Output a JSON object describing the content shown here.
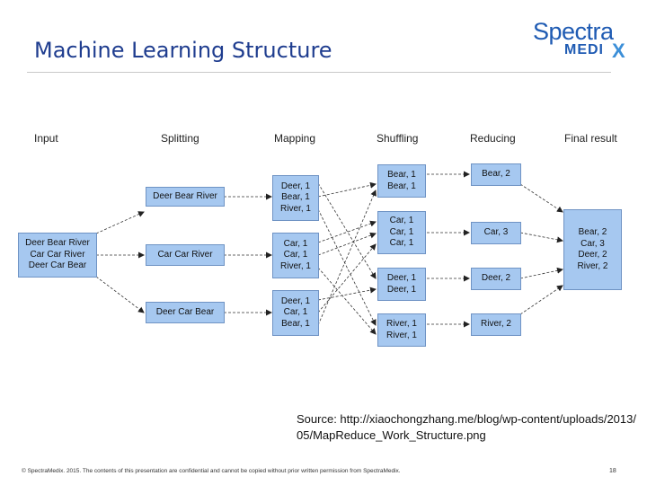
{
  "header": {
    "title": "Machine Learning Structure"
  },
  "logo": {
    "line1": "Spectra",
    "line2": "MEDI",
    "mark": "X"
  },
  "diagram": {
    "stages": [
      "Input",
      "Splitting",
      "Mapping",
      "Shuffling",
      "Reducing",
      "Final result"
    ],
    "input": [
      "Deer Bear River",
      "Car Car River",
      "Deer Car Bear"
    ],
    "splitting": [
      "Deer Bear River",
      "Car Car River",
      "Deer Car Bear"
    ],
    "mapping": [
      [
        "Deer, 1",
        "Bear, 1",
        "River, 1"
      ],
      [
        "Car, 1",
        "Car, 1",
        "River, 1"
      ],
      [
        "Deer, 1",
        "Car, 1",
        "Bear, 1"
      ]
    ],
    "shuffling": [
      [
        "Bear, 1",
        "Bear, 1"
      ],
      [
        "Car, 1",
        "Car, 1",
        "Car, 1"
      ],
      [
        "Deer, 1",
        "Deer, 1"
      ],
      [
        "River, 1",
        "River, 1"
      ]
    ],
    "reducing": [
      "Bear, 2",
      "Car, 3",
      "Deer, 2",
      "River, 2"
    ],
    "final": [
      "Bear, 2",
      "Car, 3",
      "Deer, 2",
      "River, 2"
    ]
  },
  "source": {
    "text": "Source: http://xiaochongzhang.me/blog/wp-content/uploads/2013/05/MapReduce_Work_Structure.png"
  },
  "footer": {
    "copyright": "© SpectraMedix. 2015. The contents of this presentation are confidential and cannot be copied without prior written permission from SpectraMedix.",
    "page": "18"
  },
  "colors": {
    "box_fill": "#a6c8f0",
    "title": "#1f3d8f",
    "logo": "#1f5bb3"
  }
}
